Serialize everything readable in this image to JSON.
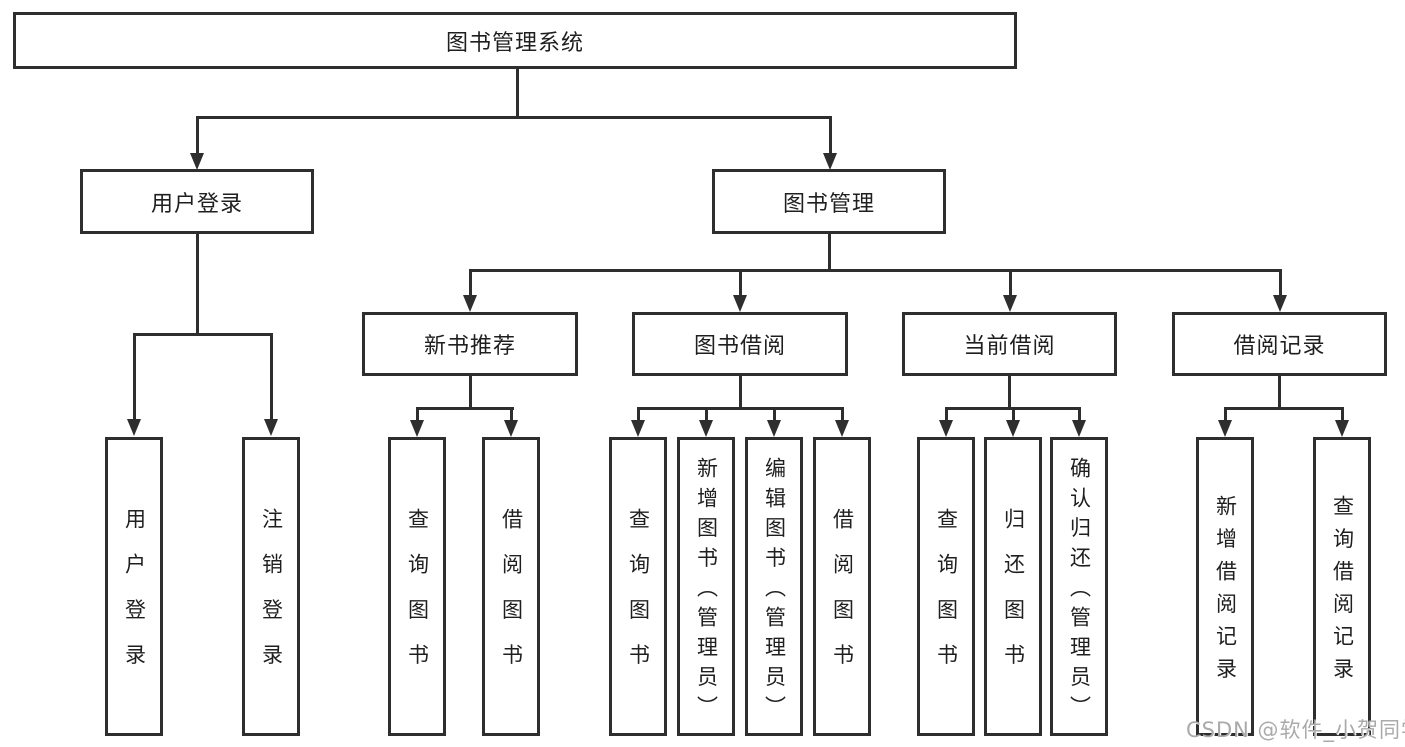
{
  "diagram": {
    "title_node": {
      "label": "图书管理系统"
    },
    "level2": [
      {
        "label": "用户登录"
      },
      {
        "label": "图书管理"
      }
    ],
    "level3": [
      {
        "label": "新书推荐"
      },
      {
        "label": "图书借阅"
      },
      {
        "label": "当前借阅"
      },
      {
        "label": "借阅记录"
      }
    ],
    "leaves": {
      "user_login": [
        "用户登录",
        "注销登录"
      ],
      "new_book": [
        "查询图书",
        "借阅图书"
      ],
      "book_borrow": [
        "查询图书",
        "新增图书（管理员）",
        "编辑图书（管理员）",
        "借阅图书"
      ],
      "current_borrow": [
        "查询图书",
        "归还图书",
        "确认归还（管理员）"
      ],
      "borrow_record": [
        "新增借阅记录",
        "查询借阅记录"
      ]
    }
  },
  "watermark": {
    "text": "CSDN @软件_小贺同学"
  },
  "colors": {
    "line": "#2e2e2e",
    "box_border": "#2e2e2e",
    "text": "#1f1f1f",
    "watermark": "#aaaaaa",
    "background": "#ffffff"
  }
}
